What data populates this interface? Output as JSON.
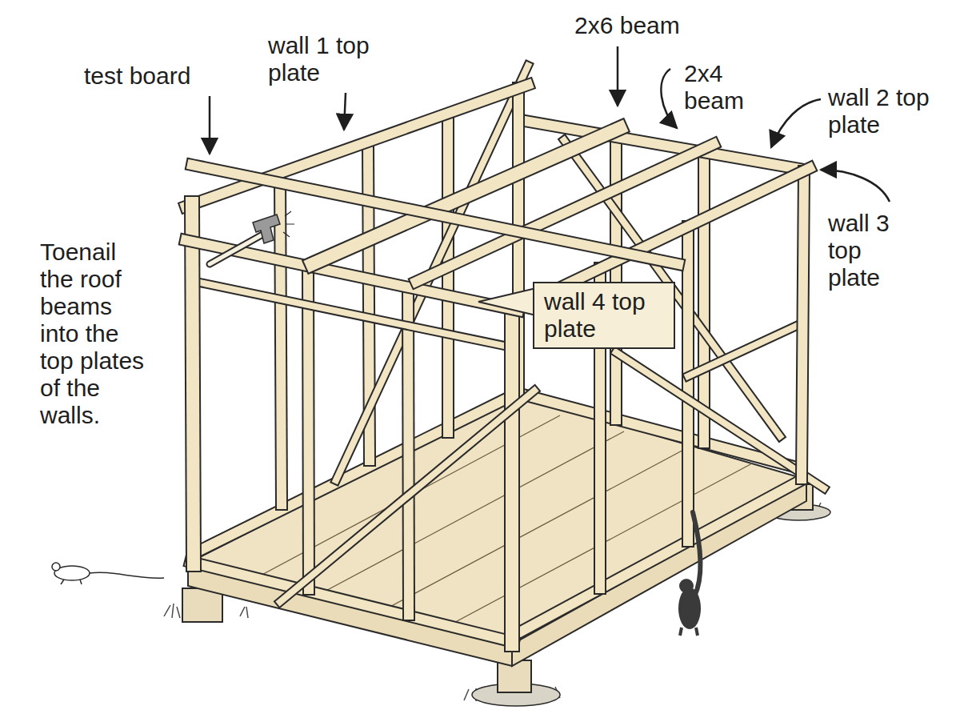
{
  "diagram": {
    "nodes": [
      {
        "text": [
          "wall 4 top plate"
        ]
      }
    ],
    "labels": [
      "test board",
      "wall 1 top plate",
      "2x6 beam",
      "2x4 beam",
      "wall 2 top plate",
      "wall 3 top plate",
      "Toenail the roof beams into the top plates of the walls."
    ]
  }
}
